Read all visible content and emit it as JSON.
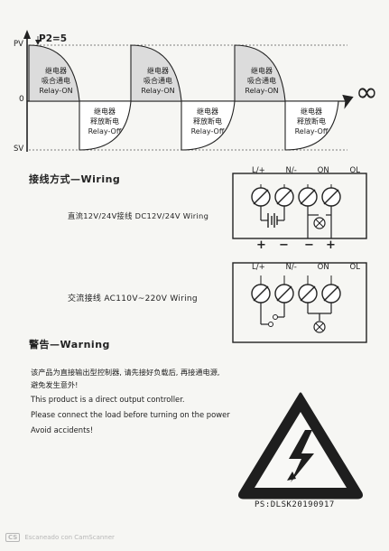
{
  "timing": {
    "p2": "P2=5",
    "axis_pv": "PV",
    "axis_zero": "0",
    "axis_sv": "SV",
    "infinity": "∞",
    "on_cn1": "继电器",
    "on_cn2": "吸合通电",
    "on_en": "Relay-ON",
    "off_cn1": "继电器",
    "off_cn2": "释放断电",
    "off_en": "Relay-Off"
  },
  "wiring": {
    "title": "接线方式—Wiring",
    "dc_label": "直流12V/24V接线  DC12V/24V  Wiring",
    "ac_label": "交流接线  AC110V~220V Wiring",
    "terminals": [
      "L/+",
      "N/-",
      "ON",
      "OL"
    ],
    "dc_polarity": [
      "+",
      "−",
      "−",
      "+"
    ]
  },
  "warning": {
    "title": "警告—Warning",
    "cn_line1": "该产品为直接输出型控制器, 请先接好负载后, 再接通电源,",
    "cn_line2": "避免发生意外!",
    "en_line1": "This product is a direct output controller.",
    "en_line2": "Please connect the load before turning on the power",
    "en_line3": "Avoid accidents!",
    "icon": "high-voltage-warning-triangle"
  },
  "ps": "PS:DLSK20190917",
  "footer": "Escaneado con CamScanner",
  "footer_badge": "CS",
  "colors": {
    "ink": "#222222",
    "waveform_fill": "#dcdcdc",
    "footer": "#b7b7b7"
  }
}
